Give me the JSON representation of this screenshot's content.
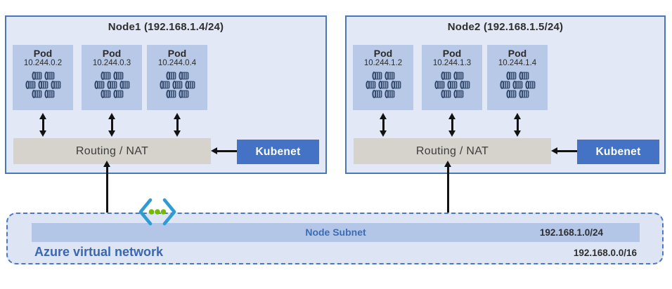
{
  "nodes": [
    {
      "title": "Node1 (192.168.1.4/24)",
      "pods": [
        {
          "label": "Pod",
          "ip": "10.244.0.2"
        },
        {
          "label": "Pod",
          "ip": "10.244.0.3"
        },
        {
          "label": "Pod",
          "ip": "10.244.0.4"
        }
      ],
      "routing_label": "Routing / NAT",
      "kubenet_label": "Kubenet"
    },
    {
      "title": "Node2 (192.168.1.5/24)",
      "pods": [
        {
          "label": "Pod",
          "ip": "10.244.1.2"
        },
        {
          "label": "Pod",
          "ip": "10.244.1.3"
        },
        {
          "label": "Pod",
          "ip": "10.244.1.4"
        }
      ],
      "routing_label": "Routing / NAT",
      "kubenet_label": "Kubenet"
    }
  ],
  "vnet": {
    "label": "Azure virtual network",
    "cidr": "192.168.0.0/16",
    "subnet_label": "Node Subnet",
    "subnet_cidr": "192.168.1.0/24"
  },
  "icons": {
    "pod_icon": "container-cluster-icon",
    "vnet_icon": "azure-virtual-network-icon"
  },
  "colors": {
    "node_fill": "#e2e8f5",
    "node_border": "#4a77b5",
    "pod_fill": "#b7c9e6",
    "pod_icon": "#33496d",
    "routing_fill": "#d6d2cc",
    "kubenet_fill": "#4472c4",
    "kubenet_text": "#ffffff",
    "subnet_fill": "#b3c6e7",
    "subnet_label_text": "#3b6cb5",
    "vnet_fill": "#dde4f4",
    "vnet_border": "#4a77c8",
    "vnet_label_text": "#3a67b0",
    "vnet_icon_brackets": "#2e9bd4",
    "vnet_icon_dots": "#76b900",
    "arrow": "#121212"
  }
}
